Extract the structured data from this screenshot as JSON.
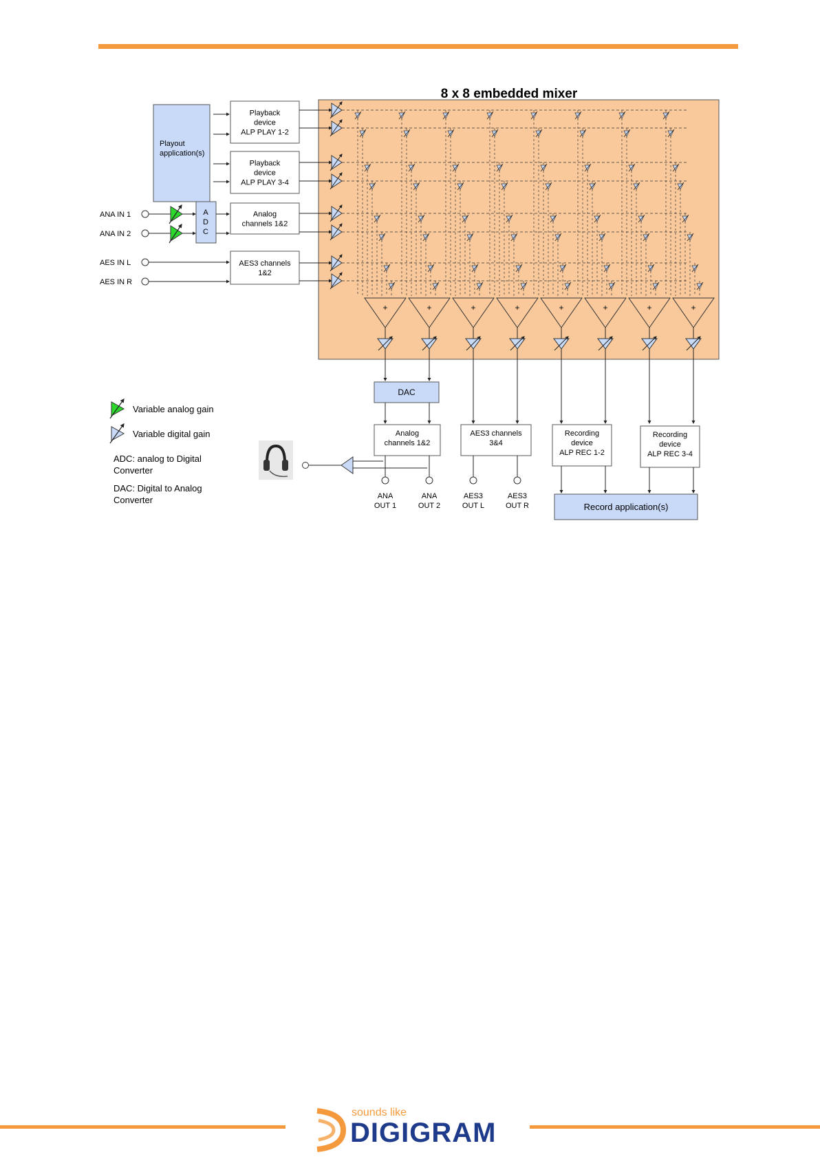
{
  "header": {
    "accent_color": "#f59a3c"
  },
  "diagram": {
    "title": "8 x 8 embedded mixer",
    "playout": "Playout application(s)",
    "adc_letters": [
      "A",
      "D",
      "C"
    ],
    "sources": [
      {
        "lines": [
          "Playback",
          "device",
          "ALP PLAY 1-2"
        ]
      },
      {
        "lines": [
          "Playback",
          "device",
          "ALP PLAY 3-4"
        ]
      },
      {
        "lines": [
          "Analog",
          "channels 1&2"
        ]
      },
      {
        "lines": [
          "AES3  channels",
          "1&2"
        ]
      }
    ],
    "inputs": [
      "ANA IN 1",
      "ANA IN 2",
      "AES IN L",
      "AES IN R"
    ],
    "sum_symbol": "+",
    "dac": "DAC",
    "dest_boxes": [
      {
        "lines": [
          "Analog",
          "channels 1&2"
        ]
      },
      {
        "lines": [
          "AES3 channels",
          "3&4"
        ]
      },
      {
        "lines": [
          "Recording",
          "device",
          "ALP REC 1-2"
        ]
      },
      {
        "lines": [
          "Recording",
          "device",
          "ALP REC 3-4"
        ]
      }
    ],
    "outputs": [
      {
        "lines": [
          "ANA",
          "OUT 1"
        ]
      },
      {
        "lines": [
          "ANA",
          "OUT 2"
        ]
      },
      {
        "lines": [
          "AES3",
          "OUT L"
        ]
      },
      {
        "lines": [
          "AES3",
          "OUT R"
        ]
      }
    ],
    "record_app": "Record application(s)",
    "legend": {
      "analog_gain": "Variable analog gain",
      "digital_gain": "Variable digital gain",
      "adc_note": [
        "ADC: analog to Digital",
        "Converter"
      ],
      "dac_note": [
        "DAC: Digital to Analog",
        "Converter"
      ]
    },
    "colors": {
      "mixer_bg": "#f9c89b",
      "box_blue": "#c9daf8",
      "analog_green": "#2bd82b",
      "digital_blue": "#c9daf8"
    }
  },
  "footer": {
    "tagline": "sounds like",
    "brand": "DIGIGRAM",
    "brand_color": "#1e3a8a"
  }
}
